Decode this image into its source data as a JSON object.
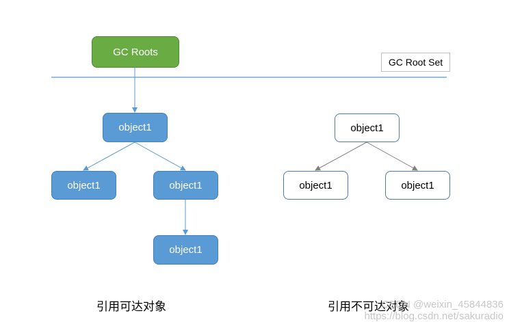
{
  "diagram": {
    "roots": {
      "label": "GC Roots",
      "color": "#6aac44"
    },
    "root_set_label": "GC Root Set",
    "reachable": {
      "caption": "引用可达对象",
      "color": "#5b9bd5",
      "nodes": [
        "object1",
        "object1",
        "object1",
        "object1"
      ]
    },
    "unreachable": {
      "caption": "引用不可达对象",
      "nodes": [
        "object1",
        "object1",
        "object1"
      ]
    }
  },
  "watermark": {
    "line1": "CSDN @weixin_45844836",
    "line2": "https://blog.csdn.net/sakuradio"
  }
}
